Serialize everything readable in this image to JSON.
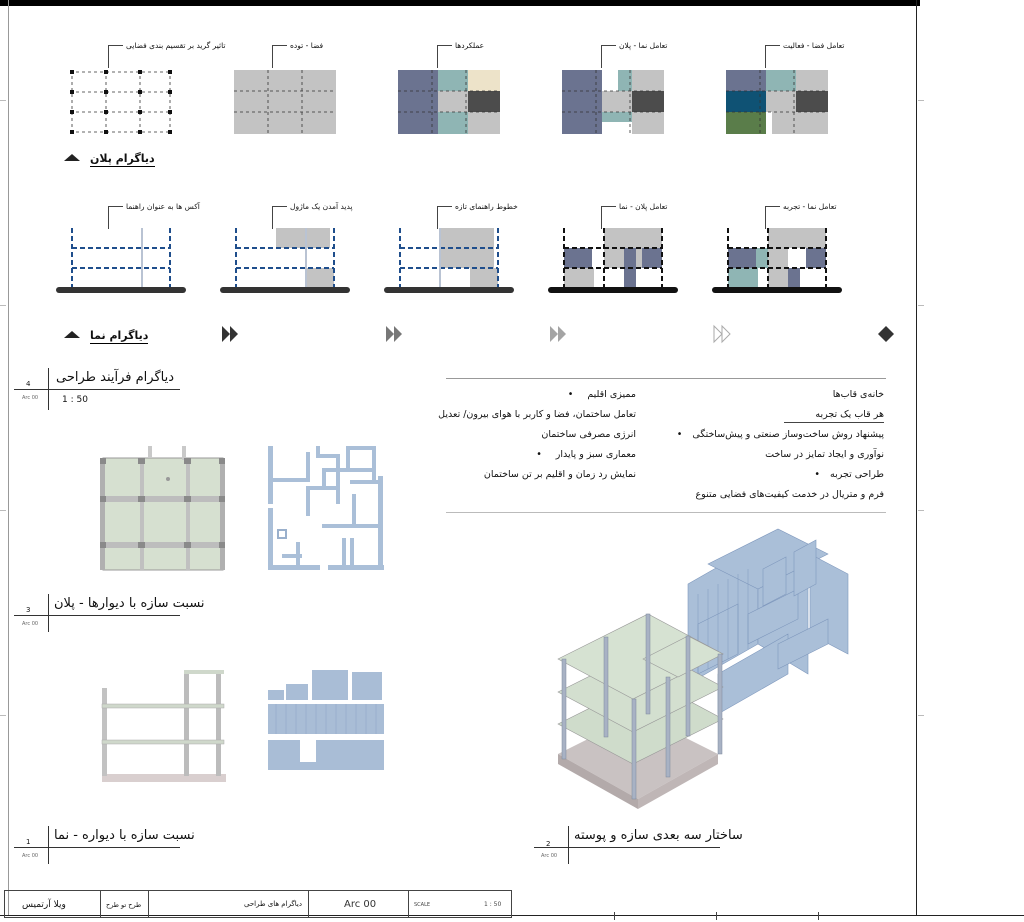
{
  "plan_labels": [
    "تاثیر گرید بر تقسیم بندی فضایی",
    "فضا - توده",
    "عملکردها",
    "تعامل نما - پلان",
    "تعامل فضا - فعالیت"
  ],
  "facade_labels": [
    "آکس ها به عنوان راهنما",
    "پدید آمدن یک ماژول",
    "خطوط راهنمای تازه",
    "تعامل پلان - نما",
    "تعامل نما - تجربه"
  ],
  "section_plan_title": "دیاگرام پلان",
  "section_facade_title": "دیاگرام نما",
  "drawings": {
    "d4": {
      "num": "4",
      "sub": "Arc 00",
      "title": "دیاگرام فرآیند طراحی",
      "scale": "1 : 50"
    },
    "d3": {
      "num": "3",
      "sub": "Arc 00",
      "title": "نسبت سازه با دیوارها - پلان"
    },
    "d1": {
      "num": "1",
      "sub": "Arc 00",
      "title": "نسبت سازه با دیواره - نما"
    },
    "d2": {
      "num": "2",
      "sub": "Arc 00",
      "title": "ساختار سه بعدی سازه و پوسته"
    }
  },
  "text_right": [
    "خانه‌ی قاب‌ها",
    "هر قاب یک تجربه",
    "پیشنهاد روش ساخت‌وساز صنعتی و پیش‌ساختگی",
    "نوآوری و ایجاد تمایز در ساخت",
    "طراحی تجربه",
    "فرم و متریال در خدمت کیفیت‌های فضایی متنوع"
  ],
  "text_left": [
    "ممیزی اقلیم",
    "تعامل ساختمان، فضا و کاربر با هوای بیرون/ تعدیل",
    "انرژی مصرفی ساختمان",
    "معماری سبز و پایدار",
    "نمایش رد زمان و اقلیم بر تن ساختمان"
  ],
  "title_block": {
    "project": "ویلا آرتمیس",
    "designer_label": "طرح تو طرح",
    "sheet_title": "دیاگرام های طراحی",
    "sheet_no": "Arc 00",
    "scale_label": "SCALE",
    "scale": "1 : 50"
  },
  "colors": {
    "grey": "#c3c3c3",
    "slate": "#6b7390",
    "teal": "#8fb5b4",
    "cream": "#ede3c9",
    "dark": "#4c4c4c",
    "petrol": "#0f5274",
    "green": "#5a7d4a",
    "blue_dash": "#1f4e8c",
    "struct": "#d0dccb",
    "wall": "#a9bdd6"
  }
}
